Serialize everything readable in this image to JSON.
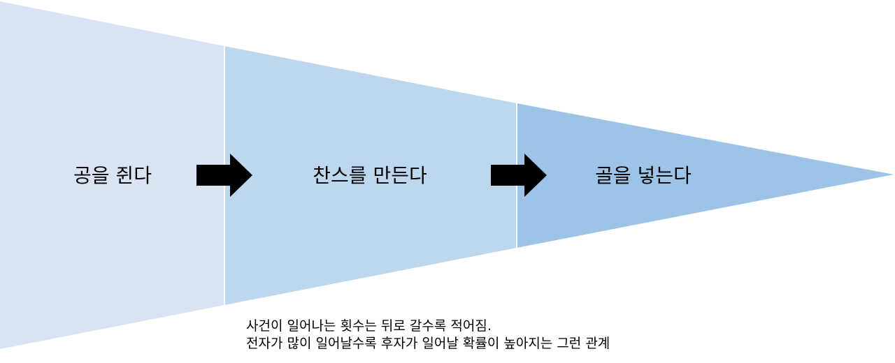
{
  "diagram": {
    "stages": [
      {
        "label": "공을 쥔다",
        "color": "#dae3f3"
      },
      {
        "label": "찬스를 만든다",
        "color": "#bdd7ee"
      },
      {
        "label": "골을 넣는다",
        "color": "#9dc3e6"
      }
    ],
    "arrow_color": "#000000",
    "arrow_icon": "right-arrow-icon"
  },
  "caption": {
    "line1": "사건이 일어나는 횟수는 뒤로 갈수록 적어짐.",
    "line2": "전자가 많이 일어날수록 후자가 일어날 확률이 높아지는 그런 관계"
  }
}
